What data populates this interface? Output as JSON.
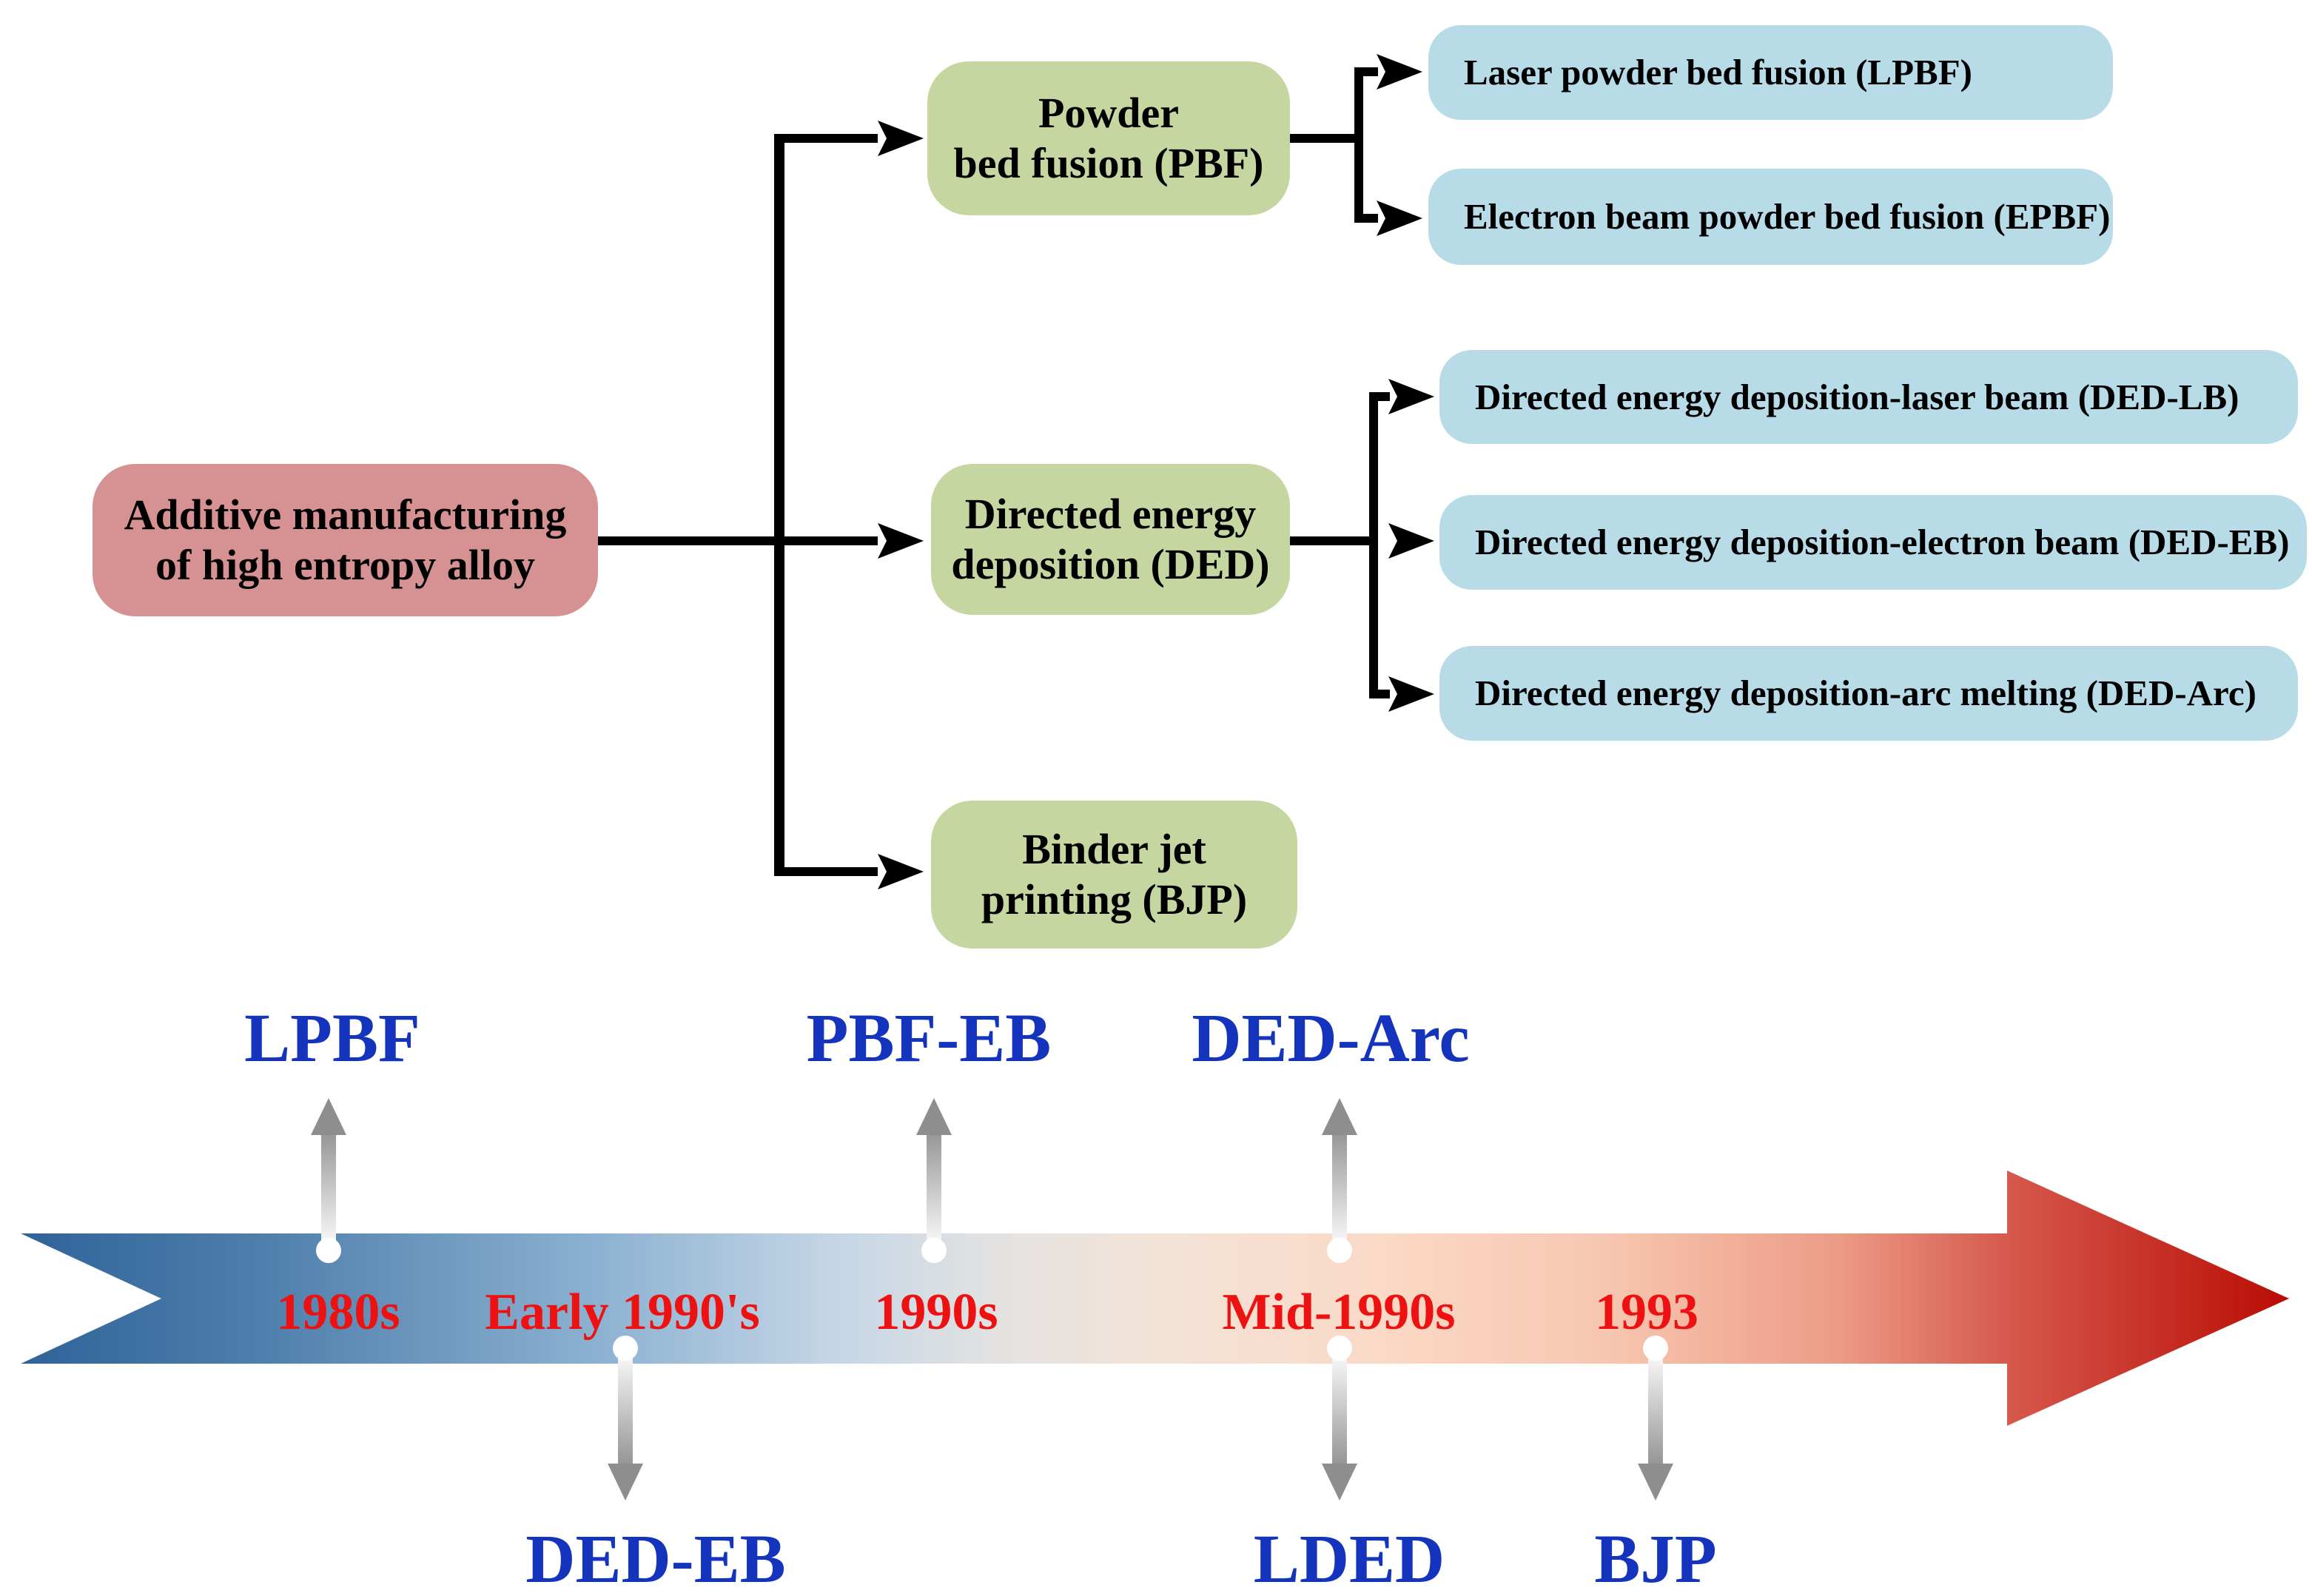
{
  "figure": {
    "title_implied": "Classification of additive manufacturing of high entropy alloy and development timeline"
  },
  "tree": {
    "root_label": "Additive manufacturing\nof high entropy alloy",
    "branches": [
      {
        "label": "Powder\nbed fusion (PBF)",
        "children": [
          "Laser powder bed fusion (LPBF)",
          "Electron beam powder bed fusion (EPBF)"
        ]
      },
      {
        "label": "Directed energy\ndeposition (DED)",
        "children": [
          "Directed energy deposition-laser beam (DED-LB)",
          "Directed energy deposition-electron beam (DED-EB)",
          "Directed energy deposition-arc melting (DED-Arc)"
        ]
      },
      {
        "label": "Binder jet\nprinting (BJP)",
        "children": []
      }
    ]
  },
  "timeline": {
    "above_labels": [
      "LPBF",
      "PBF-EB",
      "DED-Arc"
    ],
    "years": [
      "1980s",
      "Early 1990's",
      "1990s",
      "Mid-1990s",
      "1993"
    ],
    "below_labels": [
      "DED-EB",
      "LDED",
      "BJP"
    ]
  },
  "colors": {
    "root_box_fill": "#d69292",
    "category_box_fill": "#c5d6a0",
    "leaf_box_fill": "#b8dbe8",
    "connector_black": "#000000",
    "timeline_label_blue": "#1434bd",
    "timeline_year_red": "#ee1111",
    "timeline_gradient_start": "#2f6399",
    "timeline_gradient_end": "#b90c04",
    "marker_arrow_gray": "#8e8e8e",
    "marker_dot_white": "#ffffff"
  }
}
